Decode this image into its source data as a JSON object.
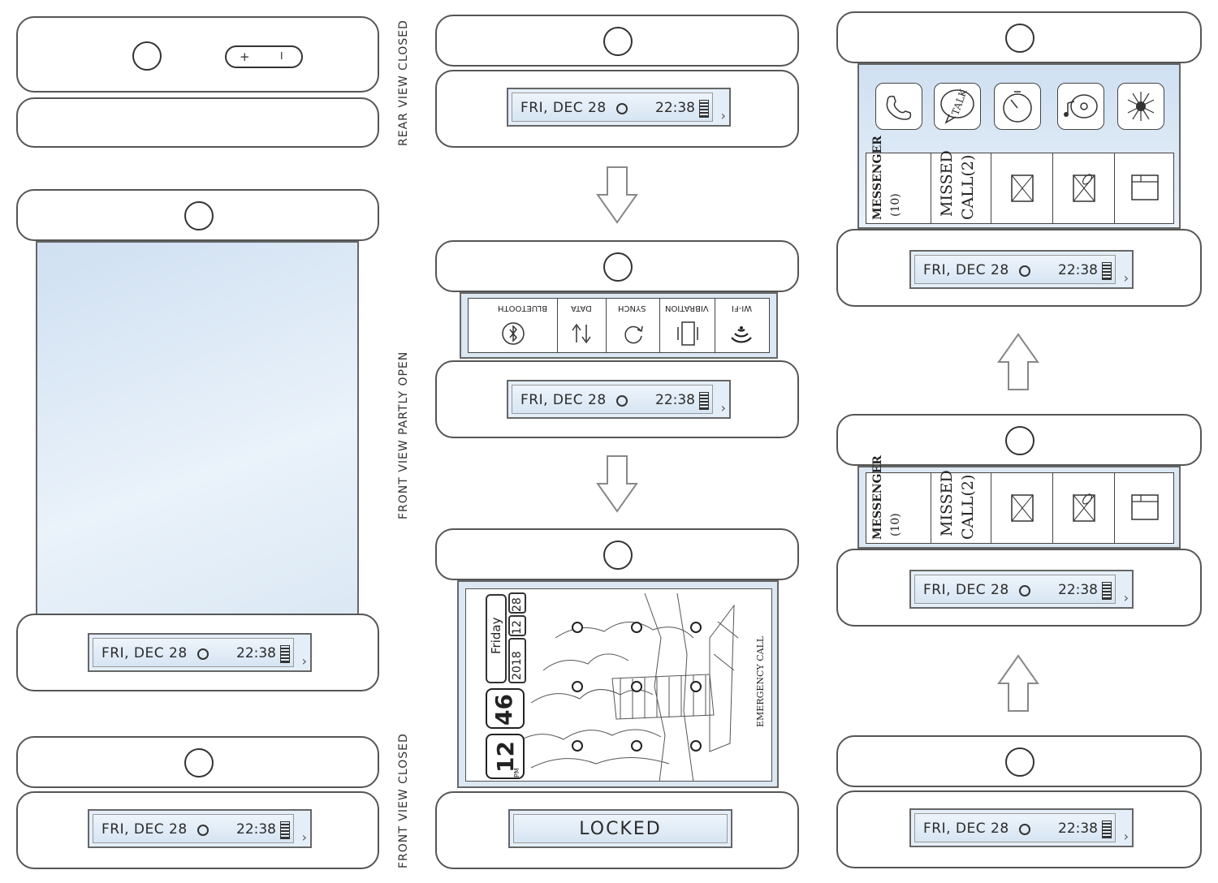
{
  "labels": {
    "rear_closed": "REAR VIEW CLOSED",
    "front_partly_open": "FRONT VIEW PARTLY OPEN",
    "front_closed": "FRONT VIEW CLOSED"
  },
  "status_bar": {
    "date": "FRI, DEC 28",
    "time": "22:38"
  },
  "rear_buttons": {
    "plus": "+",
    "minus": "I"
  },
  "quick_settings": [
    {
      "label": "BLUETOOTH",
      "icon": "bluetooth-icon"
    },
    {
      "label": "DATA",
      "icon": "data-arrows-icon"
    },
    {
      "label": "SYNCH",
      "icon": "sync-icon"
    },
    {
      "label": "VIBRATION",
      "icon": "vibration-icon"
    },
    {
      "label": "WI-FI",
      "icon": "wifi-icon"
    }
  ],
  "lock_screen": {
    "day": "Friday",
    "year": "2018",
    "month": "12",
    "date": "28",
    "minute": "46",
    "hour": "12",
    "ampm": "PM",
    "emergency": "EMERGENCY CALL",
    "locked": "LOCKED"
  },
  "app_icons": [
    {
      "name": "phone",
      "icon": "phone-icon"
    },
    {
      "name": "talk",
      "icon": "talk-bubble-icon",
      "label": "TALK"
    },
    {
      "name": "timer",
      "icon": "stopwatch-icon"
    },
    {
      "name": "music",
      "icon": "music-disc-icon"
    },
    {
      "name": "gallery",
      "icon": "flower-icon"
    }
  ],
  "notifications": [
    {
      "line1": "MESSENGER",
      "line2": "(10)"
    },
    {
      "line1": "MISSED",
      "line2": "CALL(2)"
    },
    {
      "icon": "envelope-icon"
    },
    {
      "icon": "envelope-clip-icon"
    },
    {
      "icon": "window-icon"
    }
  ]
}
